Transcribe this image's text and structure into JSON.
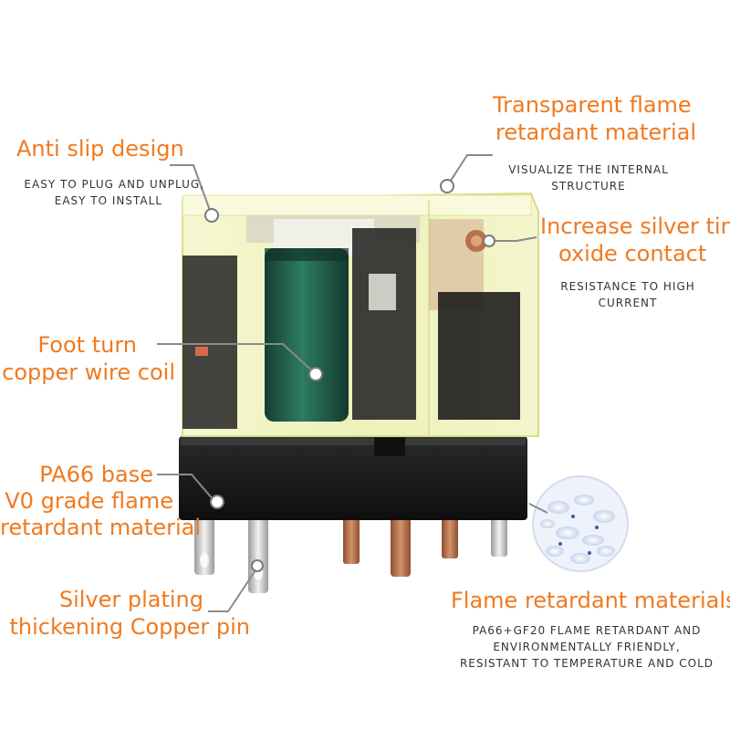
{
  "callouts": {
    "anti_slip": {
      "title": "Anti slip design",
      "desc_1": "EASY TO PLUG AND UNPLUG,",
      "desc_2": "EASY TO INSTALL"
    },
    "transparent": {
      "title_1": "Transparent flame",
      "title_2": "retardant material",
      "desc_1": "VISUALIZE THE INTERNAL",
      "desc_2": "STRUCTURE"
    },
    "silver_tin": {
      "title_1": "Increase silver tin",
      "title_2": "oxide contact",
      "desc_1": "RESISTANCE TO HIGH",
      "desc_2": "CURRENT"
    },
    "coil": {
      "title_1": "Foot turn",
      "title_2": "copper wire coil"
    },
    "base": {
      "title_1": "PA66 base",
      "title_2": "V0 grade flame",
      "title_3": "retardant material"
    },
    "pin": {
      "title_1": "Silver plating",
      "title_2": "thickening Copper pin"
    },
    "flame": {
      "title": "Flame retardant materials",
      "desc_1": "PA66+GF20 FLAME RETARDANT AND",
      "desc_2": "ENVIRONMENTALLY FRIENDLY,",
      "desc_3": "RESISTANT TO TEMPERATURE AND COLD"
    }
  },
  "colors": {
    "accent": "#f07a20",
    "text": "#333333",
    "leader": "#8a8a8a",
    "housing": "#f4f6c8",
    "base": "#1b1b1b",
    "coil": "#1f5e4a",
    "pin_copper": "#b8714a",
    "pin_silver": "#d8d8d8"
  }
}
